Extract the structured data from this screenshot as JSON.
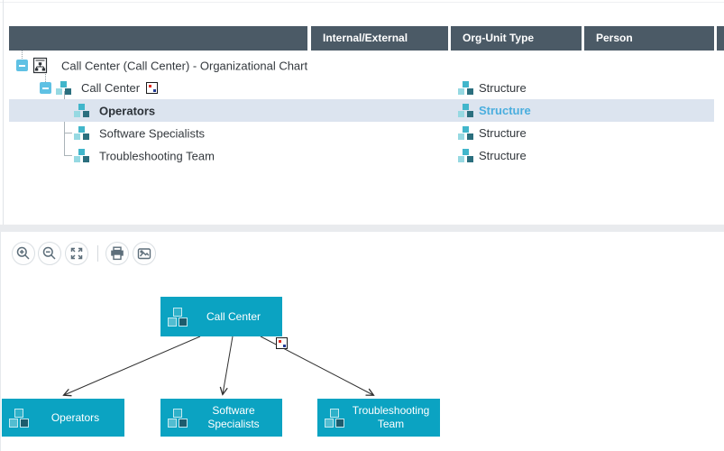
{
  "table": {
    "columns": [
      "",
      "Internal/External",
      "Org-Unit Type",
      "Person"
    ],
    "rows": [
      {
        "label": "Call Center (Call Center) - Organizational Chart",
        "org_unit_type": "",
        "expanded": true
      },
      {
        "label": "Call Center",
        "org_unit_type": "Structure",
        "expanded": true,
        "has_indicator": true
      },
      {
        "label": "Operators",
        "org_unit_type": "Structure",
        "selected": true
      },
      {
        "label": "Software Specialists",
        "org_unit_type": "Structure"
      },
      {
        "label": "Troubleshooting Team",
        "org_unit_type": "Structure"
      }
    ]
  },
  "toolbar": {
    "buttons": [
      {
        "name": "zoom-in",
        "icon": "magnifier-plus-icon"
      },
      {
        "name": "zoom-out",
        "icon": "magnifier-minus-icon"
      },
      {
        "name": "fit-to-view",
        "icon": "expand-arrows-icon"
      },
      {
        "name": "print",
        "icon": "printer-icon"
      },
      {
        "name": "export-image",
        "icon": "image-icon"
      }
    ]
  },
  "chart": {
    "nodes": [
      {
        "id": "call-center",
        "label": "Call Center",
        "has_indicator": true
      },
      {
        "id": "operators",
        "label": "Operators"
      },
      {
        "id": "software-specialists",
        "label": "Software Specialists"
      },
      {
        "id": "troubleshooting-team",
        "label": "Troubleshooting Team"
      }
    ],
    "edges": [
      {
        "from": "call-center",
        "to": "operators"
      },
      {
        "from": "call-center",
        "to": "software-specialists"
      },
      {
        "from": "call-center",
        "to": "troubleshooting-team"
      }
    ]
  },
  "colors": {
    "header_bg": "#4b5a66",
    "selected_row_bg": "#dce4ef",
    "node_teal": "#0ba3c2",
    "expand_icon_blue": "#5fc1e4",
    "selected_text_blue": "#4aaede",
    "org_icon_top": "#41b6cb",
    "org_icon_light": "#96d9e2",
    "org_icon_dark": "#2b6f7e",
    "arrow_stroke": "#2f2f2f"
  }
}
